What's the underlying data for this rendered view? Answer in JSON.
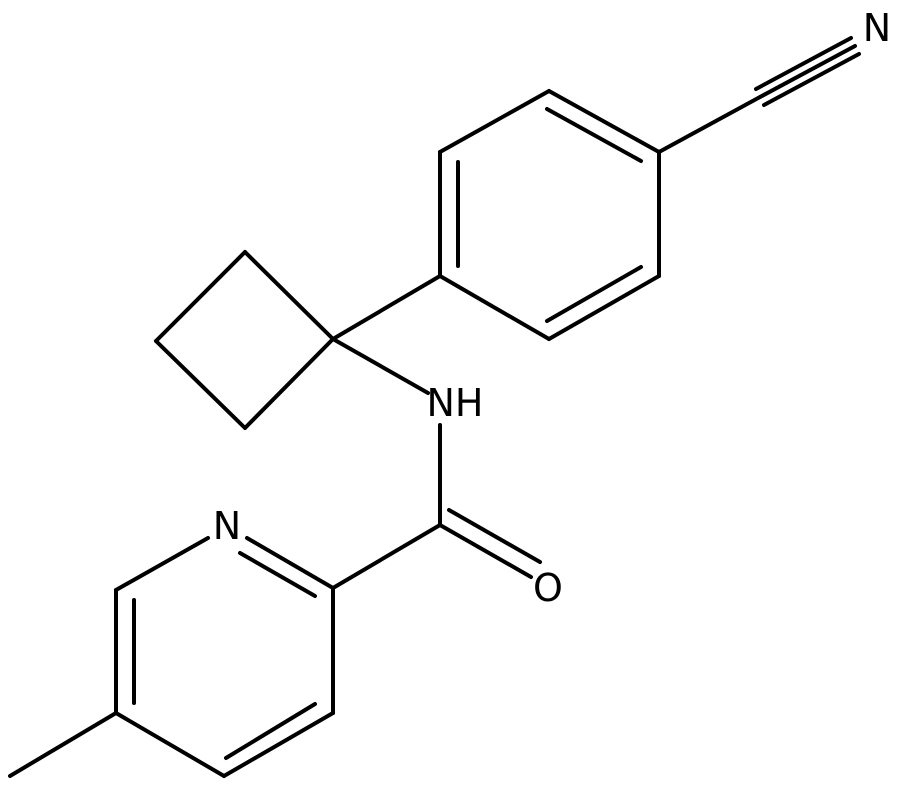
{
  "labels": {
    "nitrile_n": "N",
    "amide_nh": "NH",
    "pyridine_n": "N",
    "carbonyl_o": "O"
  },
  "colors": {
    "bond": "#000000",
    "label": "#000000",
    "background": "#ffffff"
  }
}
